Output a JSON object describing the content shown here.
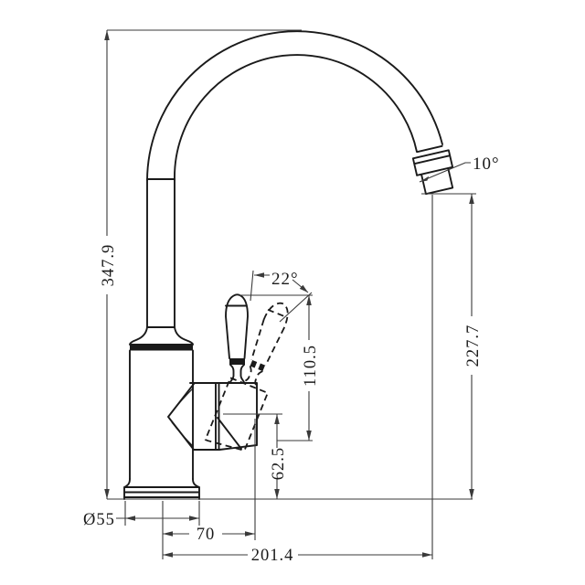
{
  "drawing": {
    "type": "technical-dimension-drawing",
    "subject": "gooseneck sink mixer tap - side elevation",
    "background_color": "#ffffff",
    "outline_color": "#1a1a1a",
    "dimension_color": "#3a3a3a",
    "dimensions": {
      "total_height": "347.9",
      "spout_outlet_height": "227.7",
      "handle_top_height": "110.5",
      "valve_center_height": "62.5",
      "outlet_angle": "10°",
      "handle_swing_angle": "22°",
      "base_diameter": "Ø55",
      "handle_offset": "70",
      "spout_reach": "201.4"
    }
  }
}
